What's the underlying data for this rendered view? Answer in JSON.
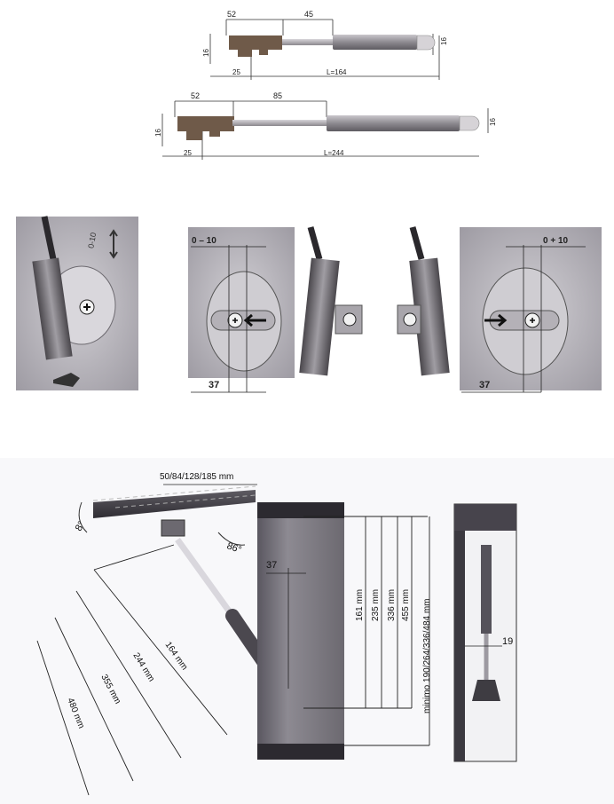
{
  "top": {
    "strut_short": {
      "d1": "52",
      "d2": "45",
      "h_left": "16",
      "h_right": "16",
      "d_bottom_left": "25",
      "length": "L=164"
    },
    "strut_long": {
      "d1": "52",
      "d2": "85",
      "h_left": "16",
      "h_right": "16",
      "d_bottom_left": "25",
      "length": "L=244"
    }
  },
  "middle": {
    "angle_label": "0-10",
    "adjust_left": "0 – 10",
    "dim_left": "37",
    "adjust_right": "0 + 10",
    "dim_right": "37"
  },
  "bottom": {
    "widths": "50/84/128/185 mm",
    "angle_top": "8°",
    "angle_open": "86°",
    "dim_37": "37",
    "dim_19": "19",
    "diag_164": "164 mm",
    "diag_244": "244 mm",
    "diag_355": "355 mm",
    "diag_480": "480 mm",
    "v_161": "161 mm",
    "v_235": "235 mm",
    "v_336": "336 mm",
    "v_455": "455 mm",
    "v_min": "minimo 190/264/336/484 mm"
  },
  "colors": {
    "gray_bg": "#b6b3bc",
    "panel_dark": "#5d5a60",
    "strut": "#8e8b90",
    "bronze": "#6b5746"
  }
}
